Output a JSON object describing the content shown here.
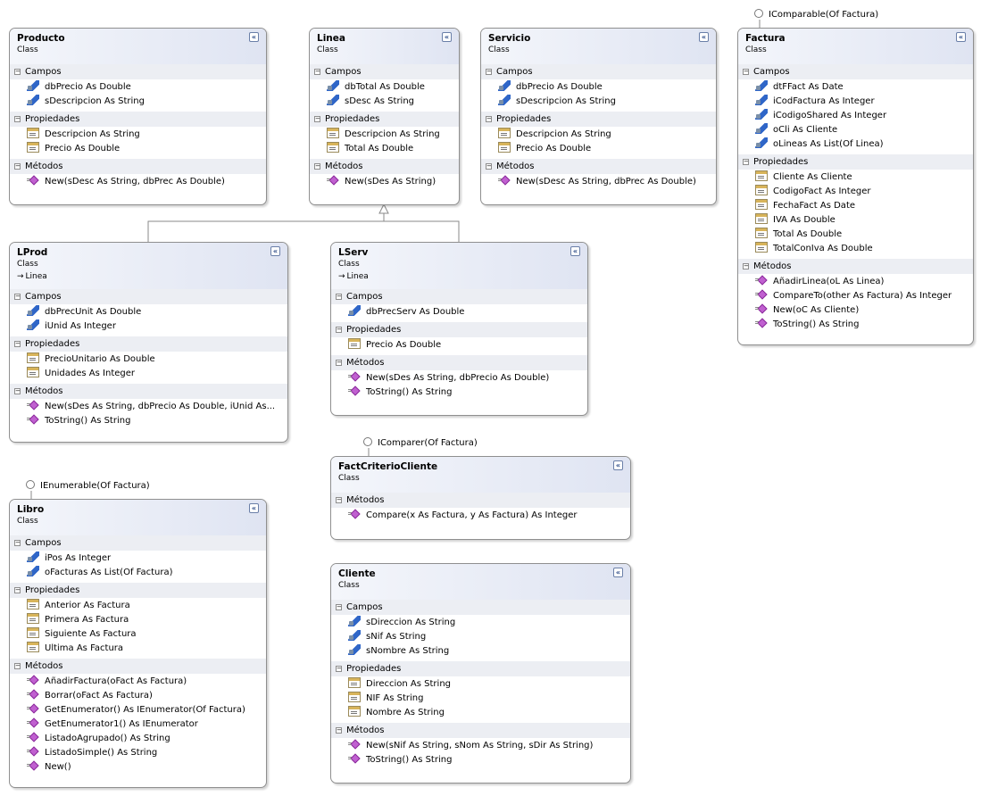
{
  "labels": {
    "collapse_glyph": "«",
    "expand_toggle": "−",
    "section_fields": "Campos",
    "section_properties": "Propiedades",
    "section_methods": "Métodos"
  },
  "colors": {
    "header_gradient_start": "#f4f6fb",
    "header_gradient_end": "#dfe4f2",
    "section_header": "#eceef3",
    "border": "#8f8f8f",
    "method_icon": "#c060d0",
    "field_icon": "#2f66c8"
  },
  "classes": [
    {
      "id": "producto",
      "name": "Producto",
      "kind": "Class",
      "base": "",
      "fields": [
        "dbPrecio As Double",
        "sDescripcion As String"
      ],
      "properties": [
        "Descripcion As String",
        "Precio As Double"
      ],
      "methods": [
        "New(sDesc As String, dbPrec As Double)"
      ]
    },
    {
      "id": "linea",
      "name": "Linea",
      "kind": "Class",
      "base": "",
      "fields": [
        "dbTotal As Double",
        "sDesc As String"
      ],
      "properties": [
        "Descripcion As String",
        "Total As Double"
      ],
      "methods": [
        "New(sDes As String)"
      ]
    },
    {
      "id": "servicio",
      "name": "Servicio",
      "kind": "Class",
      "base": "",
      "fields": [
        "dbPrecio As Double",
        "sDescripcion As String"
      ],
      "properties": [
        "Descripcion As String",
        "Precio As Double"
      ],
      "methods": [
        "New(sDesc As String, dbPrec As Double)"
      ]
    },
    {
      "id": "factura",
      "name": "Factura",
      "kind": "Class",
      "base": "",
      "interface": "IComparable(Of Factura)",
      "fields": [
        "dtFFact As Date",
        "iCodFactura As Integer",
        "iCodigoShared As Integer",
        "oCli As Cliente",
        "oLineas As List(Of Linea)"
      ],
      "properties": [
        "Cliente As Cliente",
        "CodigoFact As Integer",
        "FechaFact As Date",
        "IVA As Double",
        "Total As Double",
        "TotalConIva As Double"
      ],
      "methods": [
        "AñadirLinea(oL As Linea)",
        "CompareTo(other As Factura) As Integer",
        "New(oC As Cliente)",
        "ToString() As String"
      ]
    },
    {
      "id": "lprod",
      "name": "LProd",
      "kind": "Class",
      "base": "Linea",
      "fields": [
        "dbPrecUnit As Double",
        "iUnid As Integer"
      ],
      "properties": [
        "PrecioUnitario As Double",
        "Unidades As Integer"
      ],
      "methods": [
        "New(sDes As String, dbPrecio As Double, iUnid As...",
        "ToString() As String"
      ]
    },
    {
      "id": "lserv",
      "name": "LServ",
      "kind": "Class",
      "base": "Linea",
      "fields": [
        "dbPrecServ As Double"
      ],
      "properties": [
        "Precio As Double"
      ],
      "methods": [
        "New(sDes As String, dbPrecio As Double)",
        "ToString() As String"
      ]
    },
    {
      "id": "factcriterio",
      "name": "FactCriterioCliente",
      "kind": "Class",
      "base": "",
      "interface": "IComparer(Of Factura)",
      "fields": [],
      "properties": [],
      "methods": [
        "Compare(x As Factura, y As Factura) As Integer"
      ]
    },
    {
      "id": "libro",
      "name": "Libro",
      "kind": "Class",
      "base": "",
      "interface": "IEnumerable(Of Factura)",
      "fields": [
        "iPos As Integer",
        "oFacturas As List(Of Factura)"
      ],
      "properties": [
        "Anterior As Factura",
        "Primera As Factura",
        "Siguiente As Factura",
        "Ultima As Factura"
      ],
      "methods": [
        "AñadirFactura(oFact As Factura)",
        "Borrar(oFact As Factura)",
        "GetEnumerator() As IEnumerator(Of Factura)",
        "GetEnumerator1() As IEnumerator",
        "ListadoAgrupado() As String",
        "ListadoSimple() As String",
        "New()"
      ]
    },
    {
      "id": "cliente",
      "name": "Cliente",
      "kind": "Class",
      "base": "",
      "fields": [
        "sDireccion As String",
        "sNif As String",
        "sNombre As String"
      ],
      "properties": [
        "Direccion As String",
        "NIF As String",
        "Nombre As String"
      ],
      "methods": [
        "New(sNif As String, sNom As String, sDir As String)",
        "ToString() As String"
      ]
    }
  ]
}
